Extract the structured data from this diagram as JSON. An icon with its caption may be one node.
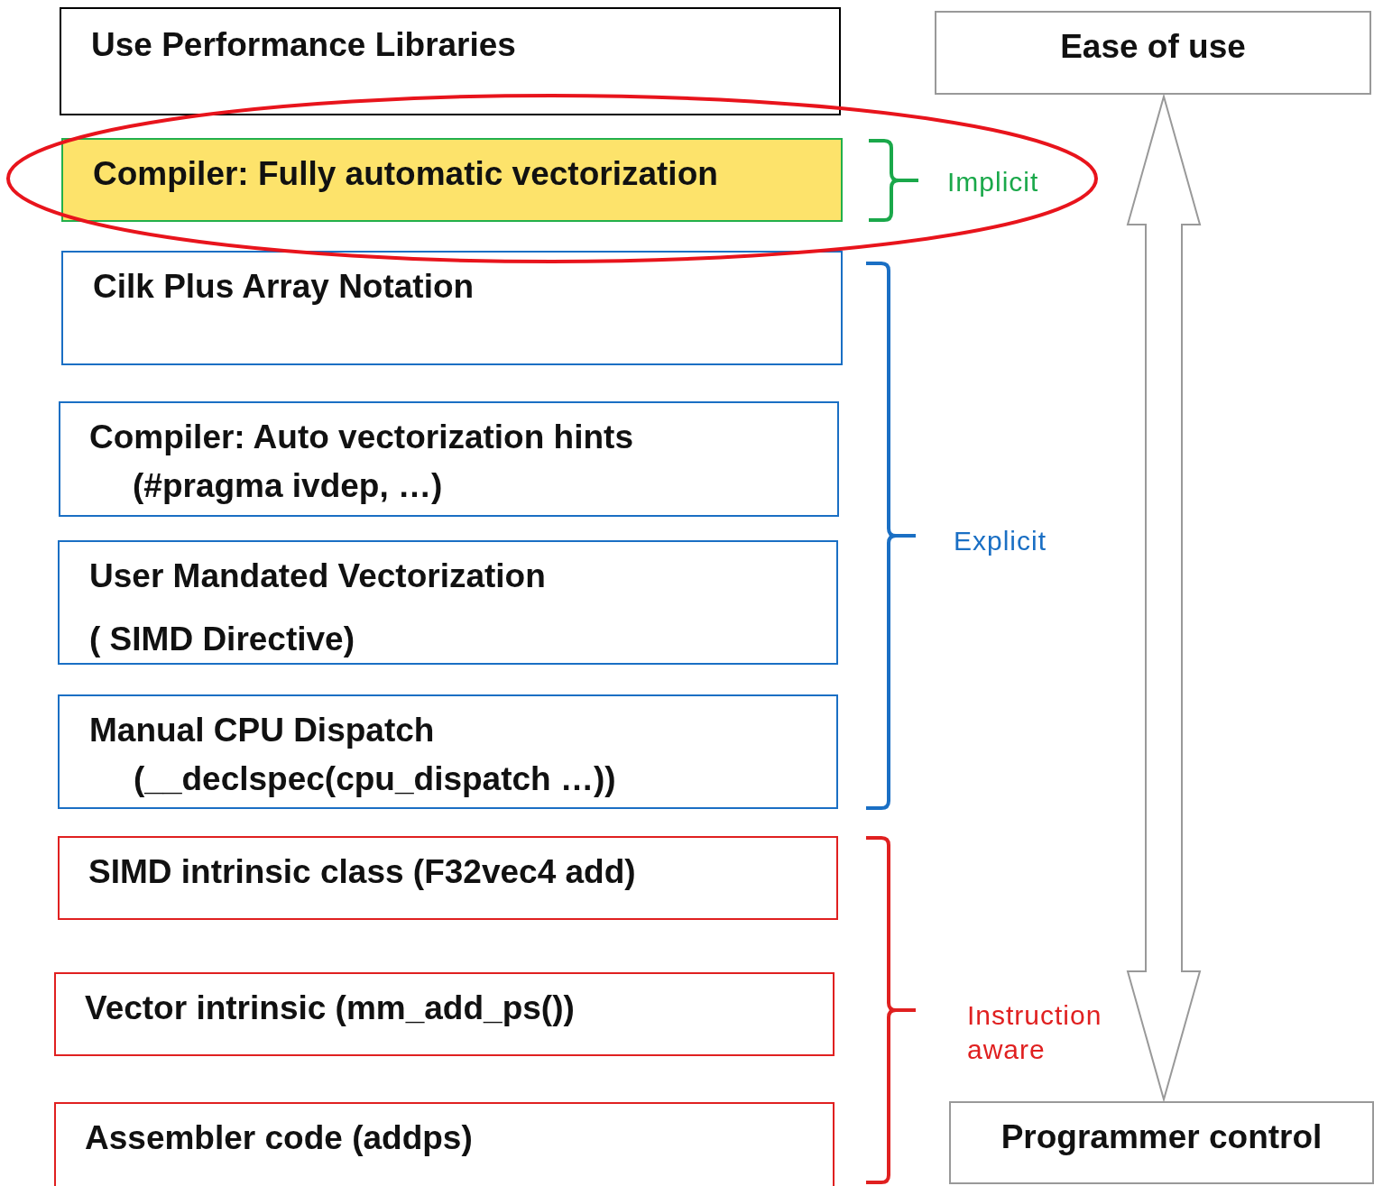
{
  "diagram": {
    "nodes": [
      {
        "text": [
          "Use Performance Libraries"
        ]
      },
      {
        "text": [
          "Compiler: Fully automatic vectorization"
        ]
      },
      {
        "text": [
          "Cilk Plus Array Notation"
        ]
      },
      {
        "text": [
          "Compiler: Auto vectorization hints",
          "(#pragma ivdep, …)"
        ]
      },
      {
        "text": [
          "User Mandated Vectorization",
          "( SIMD Directive)"
        ]
      },
      {
        "text": [
          "Manual CPU Dispatch",
          "(__declspec(cpu_dispatch …))"
        ]
      },
      {
        "text": [
          "SIMD intrinsic class (F32vec4 add)"
        ]
      },
      {
        "text": [
          "Vector intrinsic (mm_add_ps())"
        ]
      },
      {
        "text": [
          "Assembler code (addps)"
        ]
      },
      {
        "text": [
          "Ease of use"
        ]
      },
      {
        "text": [
          "Programmer control"
        ]
      }
    ],
    "edges": [
      {
        "from": 9,
        "to": 10,
        "arrow": "both"
      }
    ],
    "labels": [
      "Implicit",
      "Explicit",
      "Instruction aware"
    ]
  }
}
